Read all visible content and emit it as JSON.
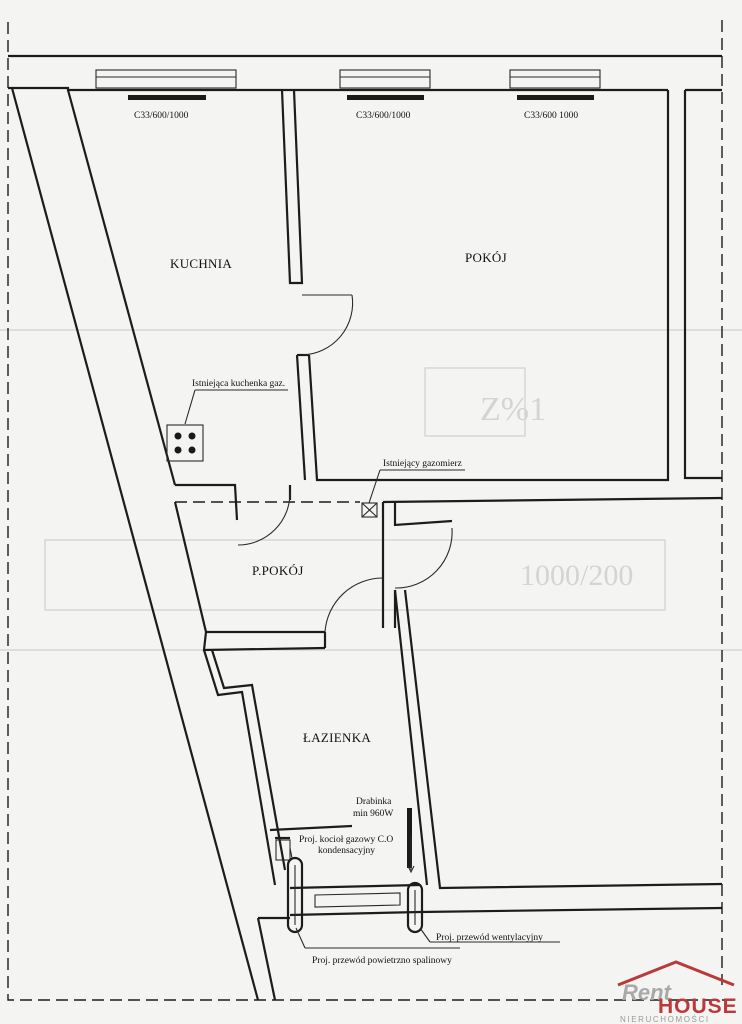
{
  "rooms": {
    "kuchnia": "KUCHNIA",
    "pokoj": "POKÓJ",
    "przedpokoj": "P.POKÓJ",
    "lazienka": "ŁAZIENKA"
  },
  "radiators": {
    "kitchen": "C33/600/1000",
    "room_left": "C33/600/1000",
    "room_right": "C33/600 1000"
  },
  "annotations": {
    "stove": "Istniejąca kuchenka gaz.",
    "gas_meter": "Istniejący gazomierz",
    "towel_rail_line1": "Drabinka",
    "towel_rail_line2": "min 960W",
    "boiler_line1": "Proj. kocioł gazowy C.O",
    "boiler_line2": "kondensacyjny",
    "vent_duct": "Proj. przewód wentylacyjny",
    "flue_duct": "Proj. przewód powietrzno spalinowy"
  },
  "logo": {
    "rent": "Rent",
    "house": "HOUSE",
    "sub": "NIERUCHOMOŚCI",
    "brand_color": "#b83a3a",
    "gray_color": "#a9a9a9"
  },
  "colors": {
    "ink": "#1c1c1c",
    "paper": "#f4f4f2"
  }
}
